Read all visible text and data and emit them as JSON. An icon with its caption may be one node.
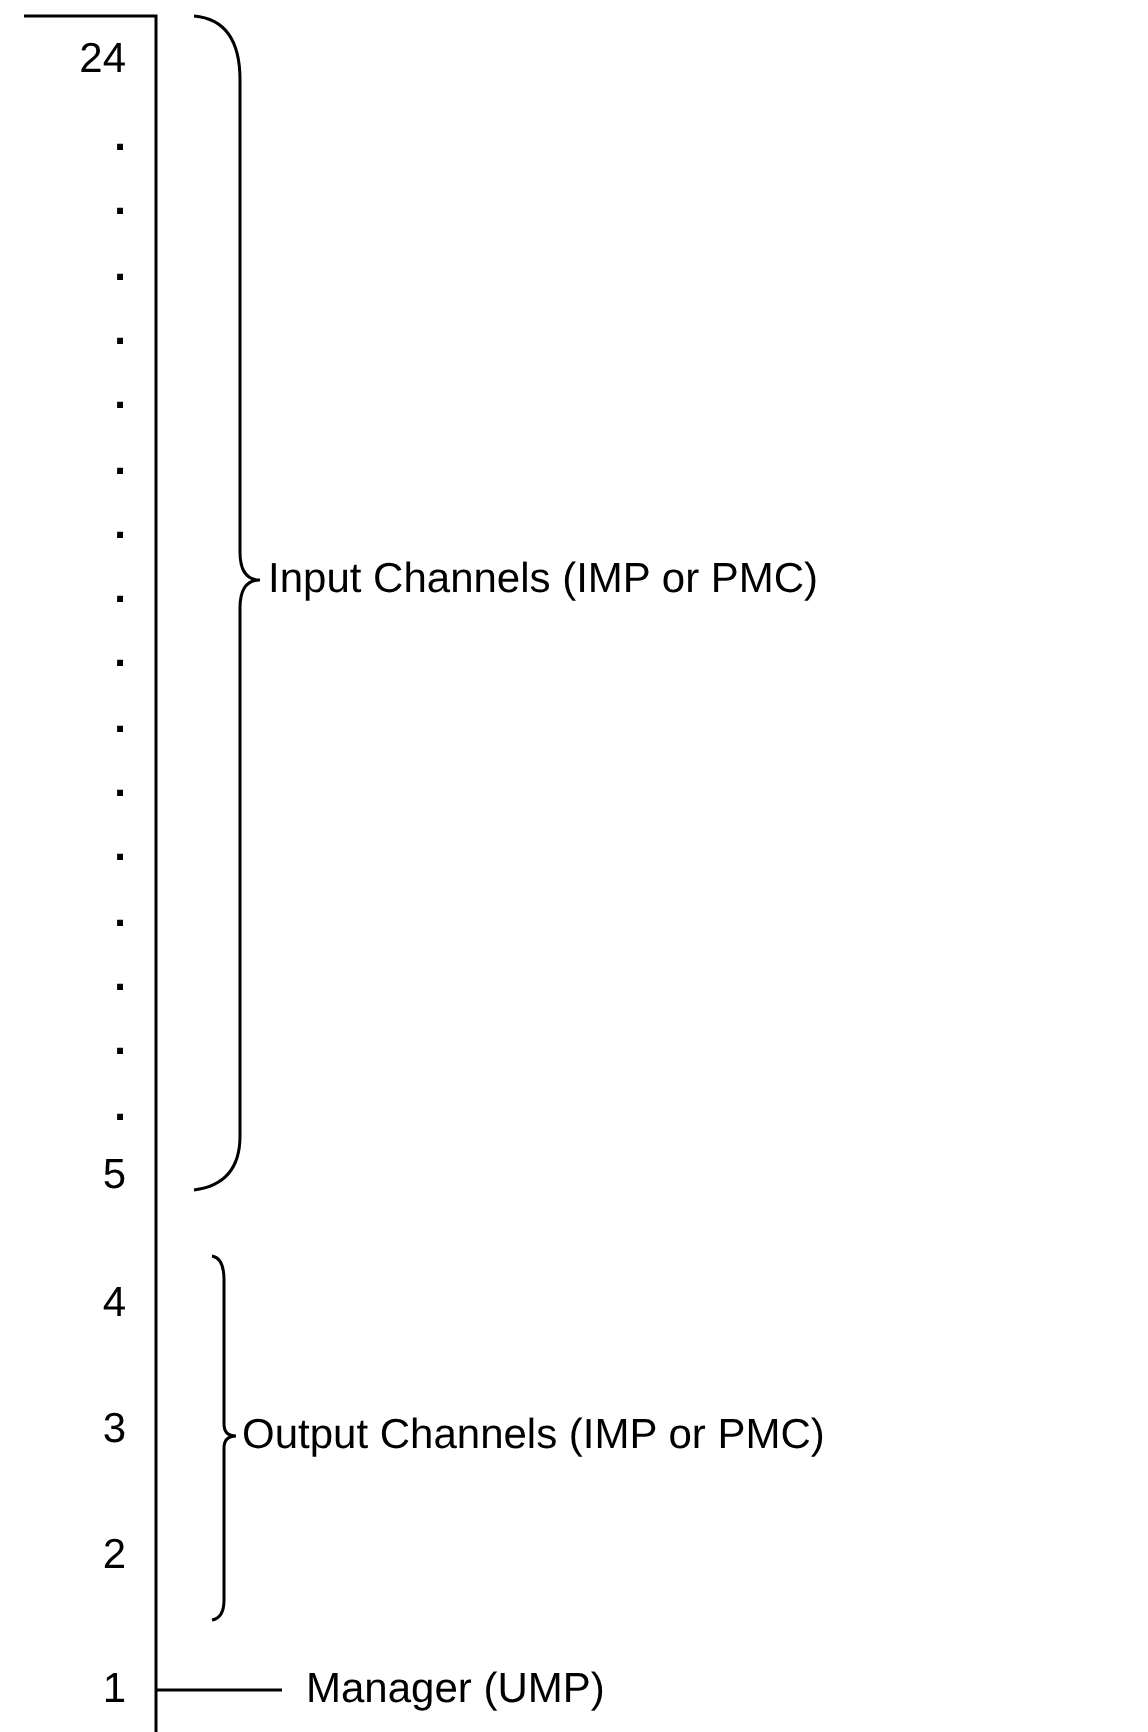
{
  "diagram": {
    "nodes": [
      {
        "text": [
          "Manager (UMP)"
        ]
      },
      {
        "text": [],
        "shape": "bar"
      }
    ],
    "edges": [
      {
        "from": 0,
        "to": 1,
        "arrow": "none"
      }
    ],
    "labels": [
      "24",
      ".",
      ".",
      ".",
      ".",
      ".",
      ".",
      ".",
      ".",
      ".",
      ".",
      ".",
      ".",
      ".",
      ".",
      ".",
      ".",
      "5",
      "4",
      "3",
      "2",
      "1",
      "Input Channels (IMP or PMC)",
      "Output Channels (IMP or PMC)"
    ]
  }
}
